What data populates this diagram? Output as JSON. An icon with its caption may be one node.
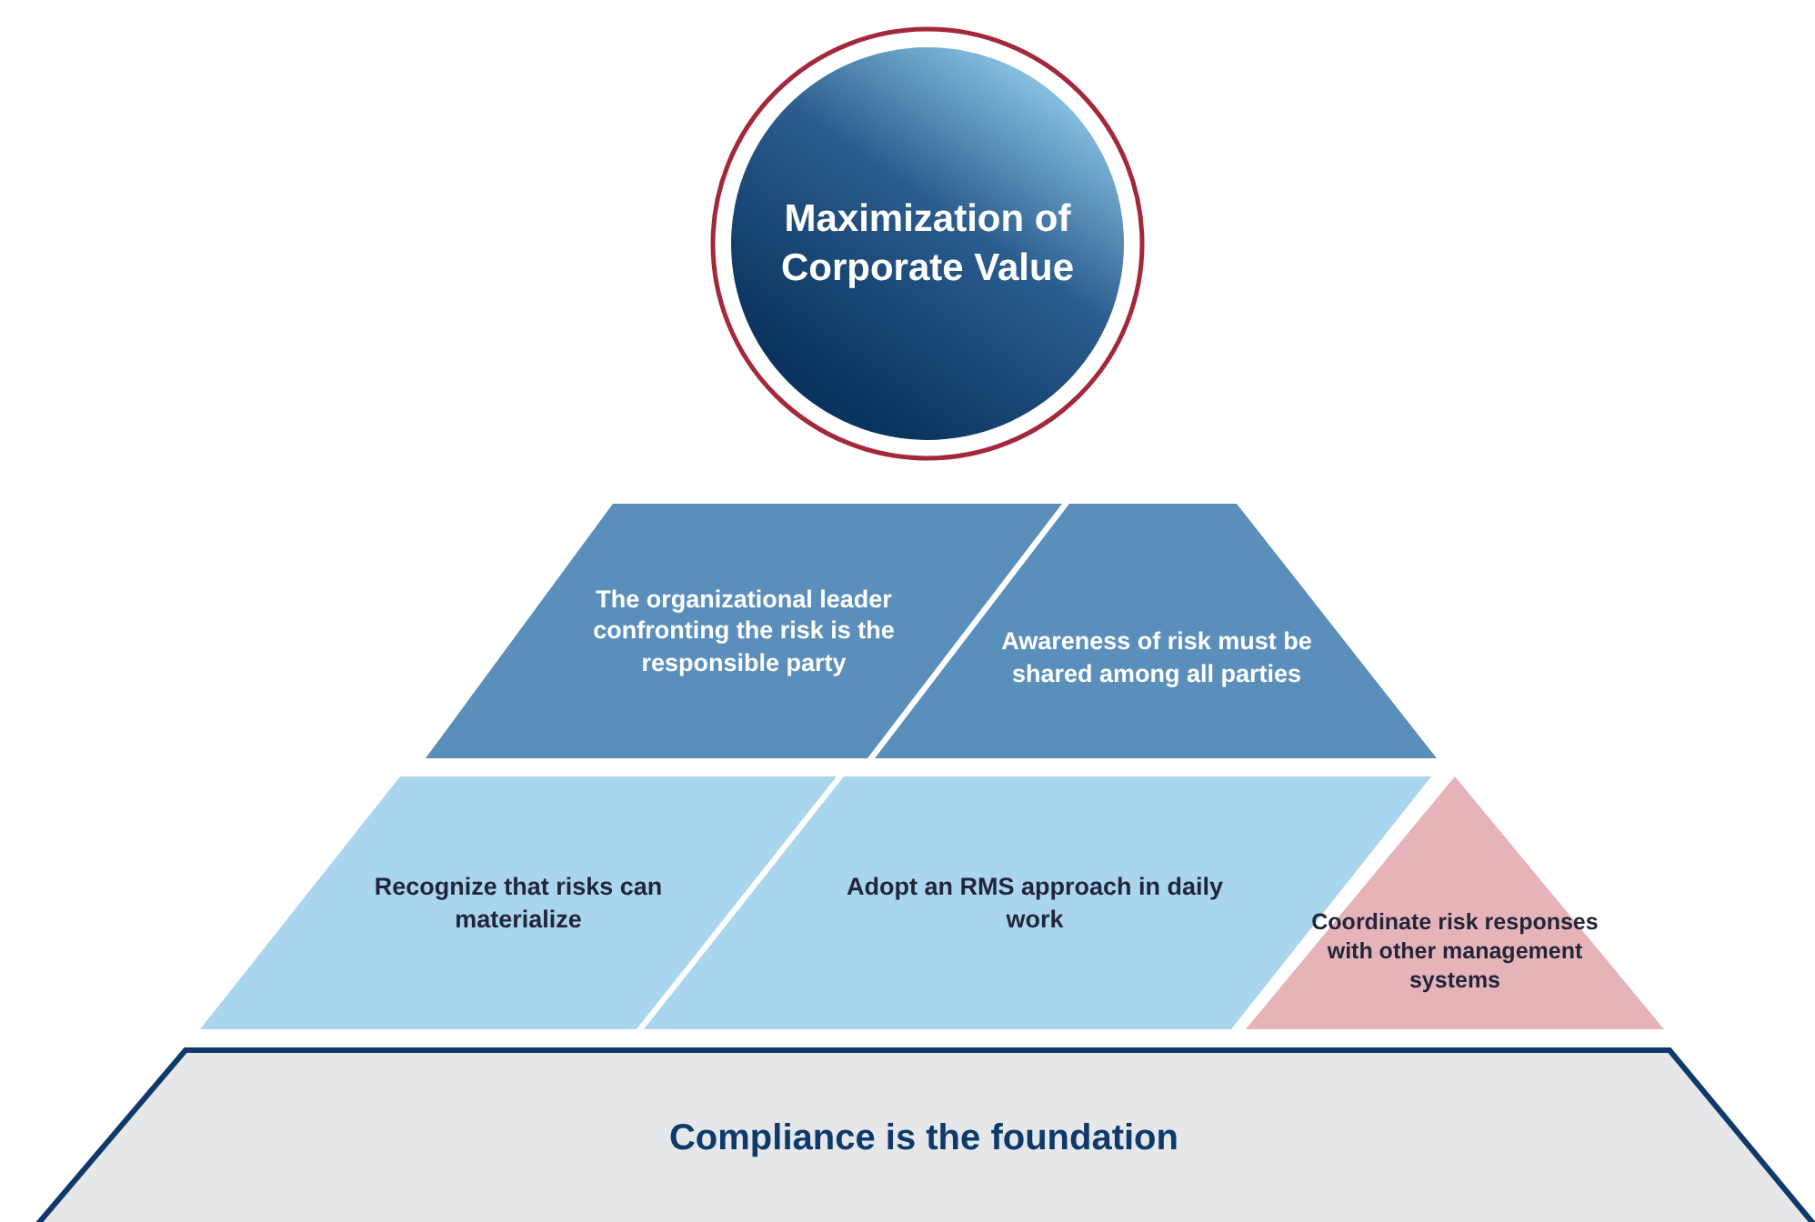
{
  "diagram": {
    "nodes": [
      {
        "text": [
          "Maximization of Corporate Value"
        ]
      },
      {
        "text": [
          "The organizational leader confronting the risk is the responsible party"
        ]
      },
      {
        "text": [
          "Awareness of risk must be shared among all parties"
        ]
      },
      {
        "text": [
          "Recognize that risks can materialize"
        ]
      },
      {
        "text": [
          "Adopt an RMS approach in daily work"
        ]
      },
      {
        "text": [
          "Coordinate risk responses with other management systems"
        ]
      },
      {
        "text": [
          "Compliance is the foundation"
        ]
      }
    ]
  }
}
